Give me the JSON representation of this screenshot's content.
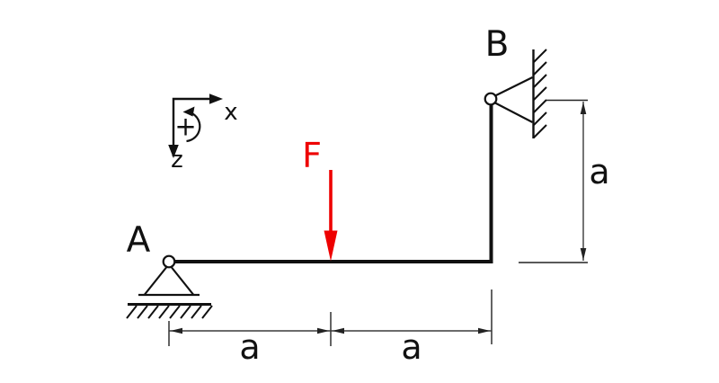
{
  "diagram": {
    "colors": {
      "background": "#ffffff",
      "ink": "#111111",
      "dimension": "#3a3a3a",
      "force": "#ee0000"
    },
    "labels": {
      "support_a": "A",
      "support_b": "B",
      "force": "F",
      "axis_x": "x",
      "axis_z": "z",
      "rotation_sign": "+",
      "dim_span_left": "a",
      "dim_span_right": "a",
      "dim_height_right": "a"
    }
  }
}
